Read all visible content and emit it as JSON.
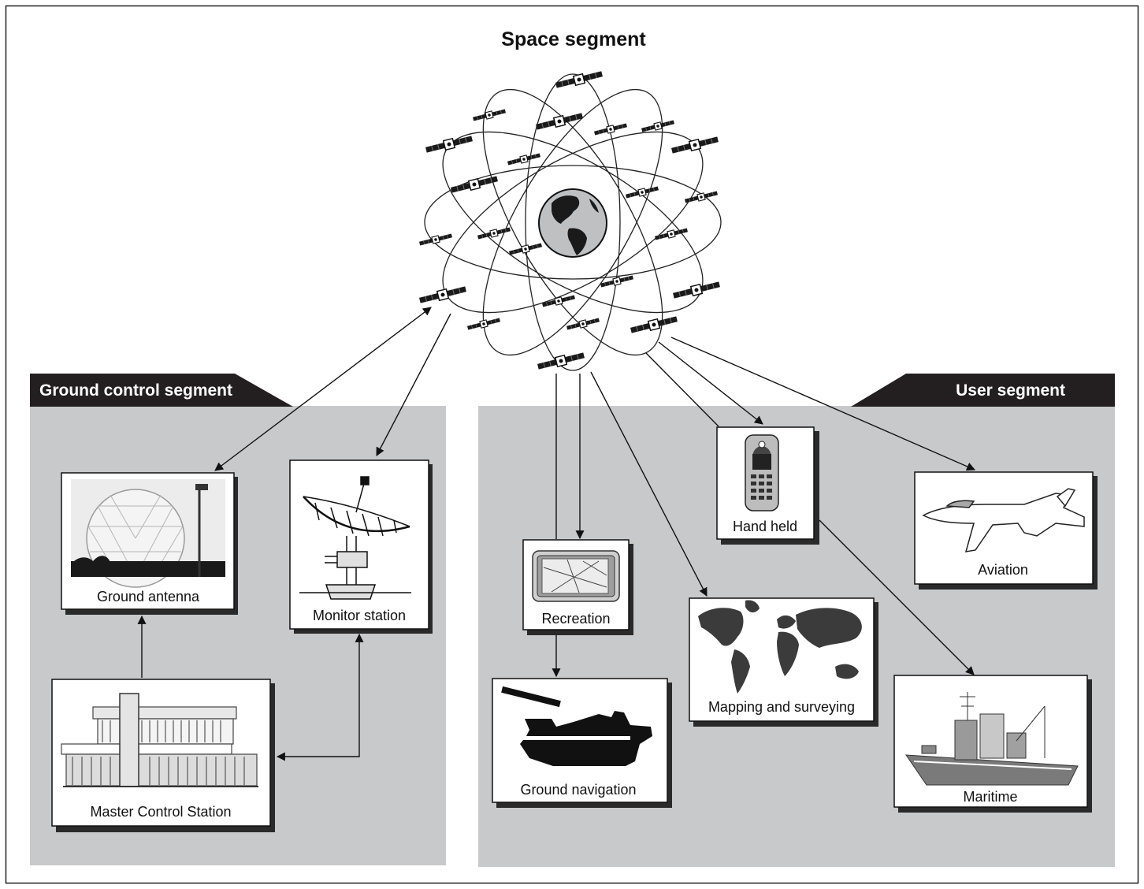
{
  "titles": {
    "space": "Space segment",
    "ground": "Ground control segment",
    "user": "User segment"
  },
  "boxes": {
    "ground_antenna": "Ground antenna",
    "monitor_station": "Monitor station",
    "master_control": "Master Control Station",
    "recreation": "Recreation",
    "ground_navigation": "Ground navigation",
    "hand_held": "Hand held",
    "mapping": "Mapping and surveying",
    "aviation": "Aviation",
    "maritime": "Maritime"
  },
  "icons": {
    "ground_antenna": "radome-icon",
    "monitor_station": "dish-antenna-icon",
    "master_control": "building-icon",
    "recreation": "gps-device-icon",
    "ground_navigation": "tank-icon",
    "hand_held": "phone-icon",
    "mapping": "world-map-icon",
    "aviation": "jet-icon",
    "maritime": "ship-icon"
  },
  "colors": {
    "panel": "#c8c9cb",
    "banner": "#231f20",
    "line": "#111111"
  }
}
